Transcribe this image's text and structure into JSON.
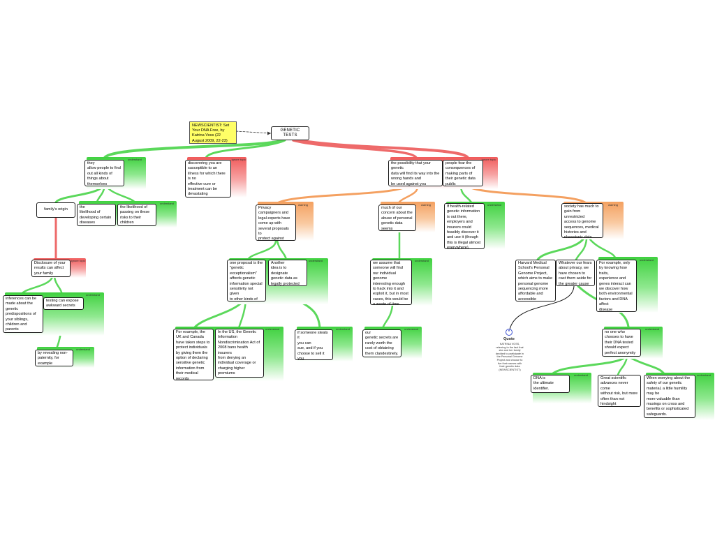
{
  "root": {
    "label": "GENETIC TESTS"
  },
  "source_note": "NEWSCIENTIST: Set\nYour DNA Free, by\nKatrina Voss (22\nAugust 2009, 22-23)",
  "tags": {
    "understand": "understand",
    "ignore_topic": "ignore\ntopic",
    "warning": "warning"
  },
  "nodes": {
    "allow_learn": "they\nallow people to find\nout all kinds of\nthings about\nthemselves",
    "susceptible": "discovering you are\nsusceptible to an\nillness for which there\nis no\neffective cure or\ntreatment can be\ndevastating",
    "wrong_hands": "the possibility that your\ngenetic\ndata will find its way into the\nwrong hands and\nbe used against you",
    "fear_public": "people fear the\nconsequences of\nmaking parts of\ntheir genetic data\npublic",
    "family_origin": "family's origin",
    "likelihood_diseases": "the\nlikelihood of\ndeveloping certain\ndiseases",
    "likelihood_children": "the likelihood of\npassing on these\nrisks to their\nchildren",
    "privacy_campaigners": "Privacy\ncampaigners and\nlegal experts have\ncome up with\nseveral proposals to\nprotect against such\nrisks",
    "much_concern": "much of our\nconcern about the\nabuse of personal\ngenetic data seems\noverblown",
    "health_related": "If health-related\ngenetic information\nis out there,\nemployers and\ninsurers could\nfeasibly discover it\nand use it (though\nthis is illegal almost\neverywhere).",
    "society_gain": "society has much to\ngain from unrestricted\naccess to genome\nsequences, medical\nhistories and\nphenotypic data",
    "disclosure_family": "Disclosure of your\nresults can affect\nyour family",
    "inferences": "inferences can be\nmade about the\ngenetic\npredispositions of\nyour siblings,\nchildren and\nparents",
    "testing_secrets": "testing can expose\nawkward secrets",
    "nonpaternity": "by revealing non-\npaternity, for\nexample",
    "one_proposal": "one proposal is the\n\"genetic\nexceptionalism\"\naffords genetic\ninformation special\nsensitivity not given\nto other kinds of\nhealth data",
    "another_idea": "Another\nidea is to designate\ngenetic data as\nlegally protected\nproperty.",
    "we_assume": "we assume that\nsomeone will find\nour individual\ngenome\ninteresting enough\nto hack into it and\nexploit it, but in most\ncases, this would be\na waste of time",
    "uk_canada": "For example, the\nUK and Canada\nhave taken steps to\nprotect individuals\nby giving them the\noption of declaring\nsensitive genetic\ninformation from\ntheir medical\nrecords",
    "us_gina": "In the US, the Genetic\nInformation\nNondiscrimination Act of\n2008 bans health insurers\nfrom denying an\nindividual coverage or\ncharging higher premiums\nbased on genetic\npredisposition to diseases",
    "someone_steals": "if someone steals it\nyou can\nsue, and if you\nchoose to sell it you\nreap the financial\nbenefits.",
    "secrets_worth": "our\ngenetic secrets are\nrarely worth the\ncost of obtaining\nthem clandestinely.",
    "harvard": "Harvard Medical\nSchool's Personal\nGenome Project,\nwhich aims to make\npersonal genome\nsequencing more\naffordable and\naccessible",
    "whatever_fears": "Whatever our fears\nabout privacy, we\nhave chosen to\ncast them aside for\nthe greater cause",
    "for_example_only": "For example, only\nby knowing how\ntraits,\nexperience and\ngenes interact can\nwe discover how\nboth environmental\nfactors and DNA\naffect\ndisease",
    "no_one": "no one who\nchooses to have\ntheir DNA tested\nshould expect\nperfect anonymity",
    "dna_identifier": "DNA is\nthe ultimate\nidentifier.",
    "great_advances": "Great scientific\nadvances never come\nwithout risk, but more\noften than not hindsight\nshows us the\nrisks are worth taking.",
    "when_worrying": "When worrying about the\nsafety of our genetic\nmaterial, a little humility\nmay be\nmore valuable than\nmusings on cross and\nbenefits or sophisticated\nsafeguards."
  },
  "quote": {
    "label": "Quote",
    "text": "KATRINA VOSS,\nreferring to the fact that\nshe and her family\ndecided to participate in\nthe Personal Genome\nProject and choose to\nlive their names with\ntheir genetic data\n(NEWSCIENTIST)"
  },
  "colors": {
    "green": "#3fd13f",
    "red": "#f05a5a",
    "orange": "#f4a060"
  }
}
